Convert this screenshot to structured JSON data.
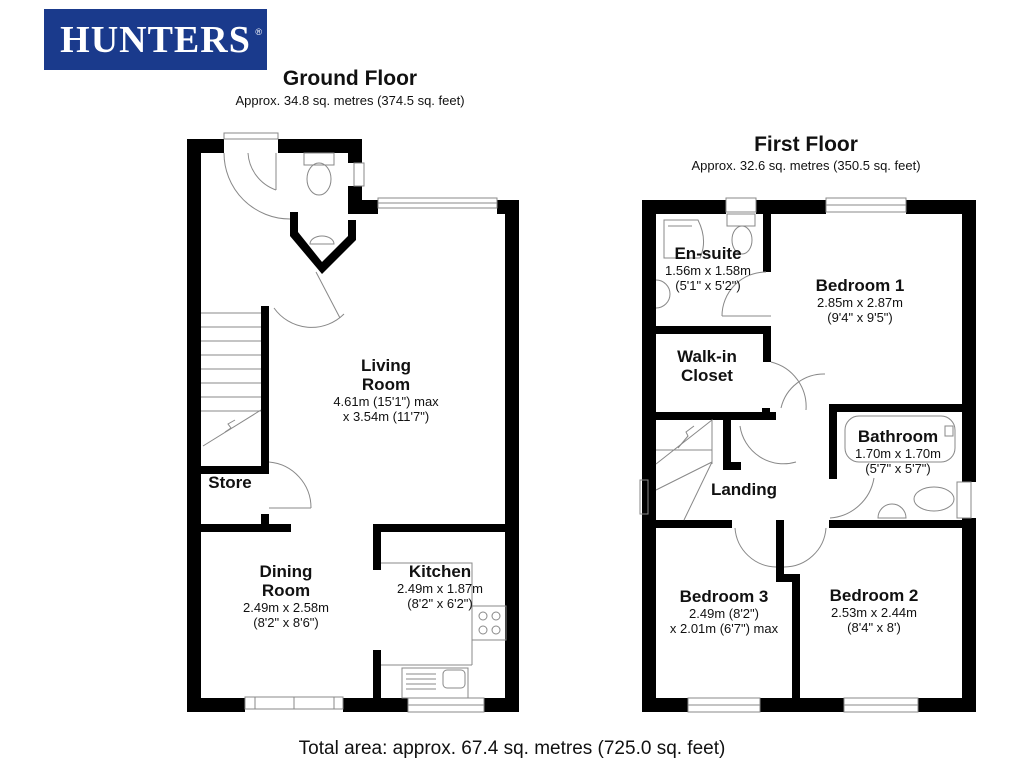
{
  "brand": {
    "name": "HUNTERS",
    "registered_mark": "®",
    "color": "#1a3a8c"
  },
  "ground_floor": {
    "title": "Ground Floor",
    "area": "Approx. 34.8 sq. metres (374.5 sq. feet)",
    "rooms": [
      {
        "name": "Living Room",
        "name_lines": [
          "Living",
          "Room"
        ],
        "dims": [
          "4.61m (15'1\") max",
          "x 3.54m (11'7\")"
        ]
      },
      {
        "name": "Store",
        "name_lines": [
          "Store"
        ],
        "dims": []
      },
      {
        "name": "Dining Room",
        "name_lines": [
          "Dining",
          "Room"
        ],
        "dims": [
          "2.49m x 2.58m",
          "(8'2\" x 8'6\")"
        ]
      },
      {
        "name": "Kitchen",
        "name_lines": [
          "Kitchen"
        ],
        "dims": [
          "2.49m x 1.87m",
          "(8'2\" x 6'2\")"
        ]
      }
    ]
  },
  "first_floor": {
    "title": "First Floor",
    "area": "Approx. 32.6 sq. metres (350.5 sq. feet)",
    "rooms": [
      {
        "name": "En-suite",
        "name_lines": [
          "En-suite"
        ],
        "dims": [
          "1.56m x 1.58m",
          "(5'1\" x 5'2\")"
        ]
      },
      {
        "name": "Bedroom 1",
        "name_lines": [
          "Bedroom 1"
        ],
        "dims": [
          "2.85m x 2.87m",
          "(9'4\" x 9'5\")"
        ]
      },
      {
        "name": "Walk-in Closet",
        "name_lines": [
          "Walk-in",
          "Closet"
        ],
        "dims": []
      },
      {
        "name": "Bathroom",
        "name_lines": [
          "Bathroom"
        ],
        "dims": [
          "1.70m x 1.70m",
          "(5'7\" x 5'7\")"
        ]
      },
      {
        "name": "Landing",
        "name_lines": [
          "Landing"
        ],
        "dims": []
      },
      {
        "name": "Bedroom 3",
        "name_lines": [
          "Bedroom 3"
        ],
        "dims": [
          "2.49m (8'2\")",
          "x 2.01m (6'7\") max"
        ]
      },
      {
        "name": "Bedroom 2",
        "name_lines": [
          "Bedroom 2"
        ],
        "dims": [
          "2.53m x 2.44m",
          "(8'4\" x 8')"
        ]
      }
    ]
  },
  "total_area": "Total area: approx. 67.4 sq. metres (725.0 sq. feet)",
  "colors": {
    "wall": "#000000",
    "fixture_line": "#888888",
    "background": "#ffffff"
  }
}
